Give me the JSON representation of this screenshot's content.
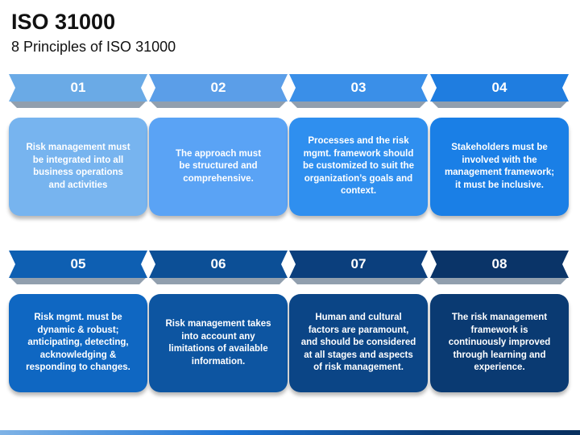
{
  "title": "ISO 31000",
  "subtitle": "8 Principles of ISO 31000",
  "principles": [
    {
      "number": "01",
      "text": "Risk management must\nbe integrated into all\nbusiness operations\nand activities",
      "banner_color": "#6aaae6",
      "box_color": "#77b4ef"
    },
    {
      "number": "02",
      "text": "The approach must\nbe structured and\ncomprehensive.",
      "banner_color": "#5b9ee8",
      "box_color": "#5aa3f5"
    },
    {
      "number": "03",
      "text": "Processes and the risk\nmgmt. framework should\nbe customized to suit the\norganization’s goals and\ncontext.",
      "banner_color": "#3a8fe8",
      "box_color": "#2f8fef"
    },
    {
      "number": "04",
      "text": "Stakeholders must be\ninvolved with the\nmanagement framework;\nit must be inclusive.",
      "banner_color": "#1f7de0",
      "box_color": "#1a7fe6"
    },
    {
      "number": "05",
      "text": "Risk mgmt. must be\ndynamic & robust;\nanticipating, detecting,\nacknowledging &\nresponding to changes.",
      "banner_color": "#0e5fb2",
      "box_color": "#0f67c2"
    },
    {
      "number": "06",
      "text": "Risk management takes\ninto account any\nlimitations of available\ninformation.",
      "banner_color": "#0c4f96",
      "box_color": "#0d55a1"
    },
    {
      "number": "07",
      "text": "Human and cultural\nfactors are paramount,\nand should be considered\nat all stages and aspects\nof risk management.",
      "banner_color": "#0b3f7d",
      "box_color": "#0b4586"
    },
    {
      "number": "08",
      "text": "The risk management\nframework is\ncontinuously improved\nthrough learning and\nexperience.",
      "banner_color": "#0a3468",
      "box_color": "#0a3a72"
    }
  ]
}
